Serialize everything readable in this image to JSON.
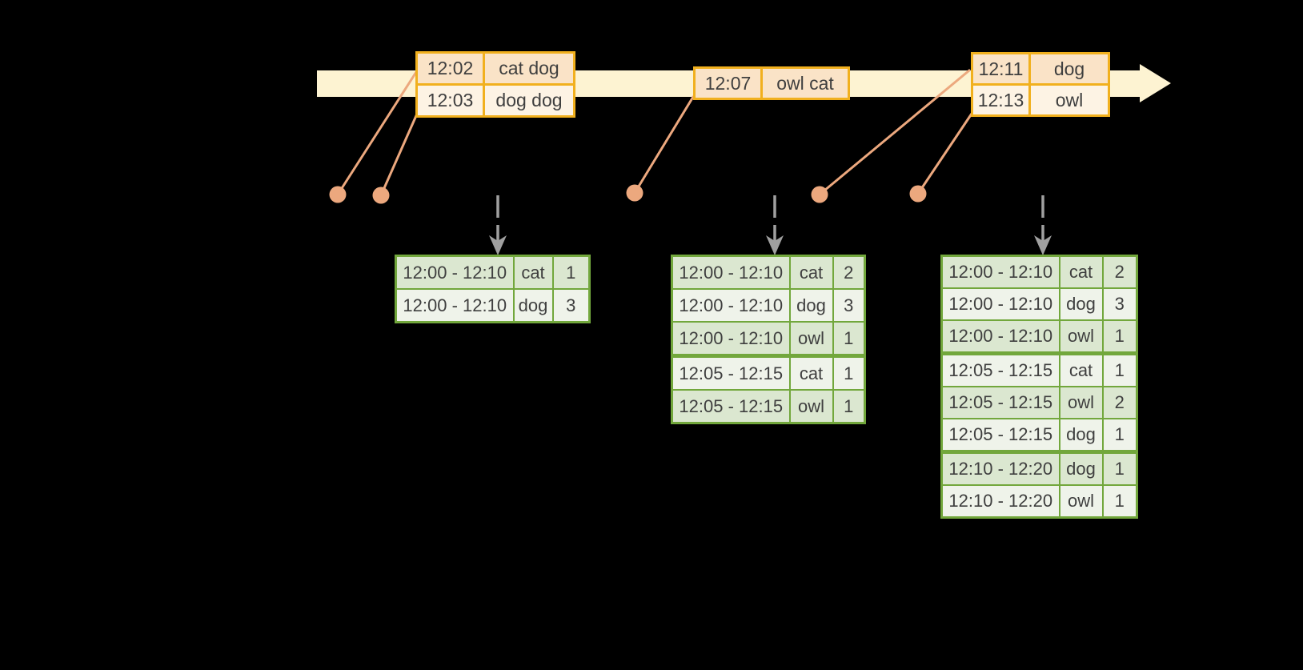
{
  "colors": {
    "bg": "#000000",
    "gold": "#f1b01e",
    "peach_dark": "#fae3c7",
    "peach_light": "#fdf3e4",
    "band": "#fdf3d2",
    "green": "#72a73c",
    "row_dark": "#dbe7d0",
    "row_light": "#eff3ea",
    "salmon": "#eca87e",
    "arrow_gray": "#a0a0a0",
    "ink": "#3f3f3f"
  },
  "event_tables": [
    {
      "rows": [
        [
          "12:02",
          "cat dog"
        ],
        [
          "12:03",
          "dog dog"
        ]
      ]
    },
    {
      "rows": [
        [
          "12:07",
          "owl cat"
        ]
      ]
    },
    {
      "rows": [
        [
          "12:11",
          "dog"
        ],
        [
          "12:13",
          "owl"
        ]
      ]
    }
  ],
  "result_tables": [
    {
      "rows": [
        [
          "12:00 - 12:10",
          "cat",
          "1"
        ],
        [
          "12:00 - 12:10",
          "dog",
          "3"
        ]
      ]
    },
    {
      "rows": [
        [
          "12:00 - 12:10",
          "cat",
          "2"
        ],
        [
          "12:00 - 12:10",
          "dog",
          "3"
        ],
        [
          "12:00 - 12:10",
          "owl",
          "1"
        ],
        [
          "12:05 - 12:15",
          "cat",
          "1"
        ],
        [
          "12:05 - 12:15",
          "owl",
          "1"
        ]
      ]
    },
    {
      "rows": [
        [
          "12:00 - 12:10",
          "cat",
          "2"
        ],
        [
          "12:00 - 12:10",
          "dog",
          "3"
        ],
        [
          "12:00 - 12:10",
          "owl",
          "1"
        ],
        [
          "12:05 - 12:15",
          "cat",
          "1"
        ],
        [
          "12:05 - 12:15",
          "owl",
          "2"
        ],
        [
          "12:05 - 12:15",
          "dog",
          "1"
        ],
        [
          "12:10 - 12:20",
          "dog",
          "1"
        ],
        [
          "12:10 - 12:20",
          "owl",
          "1"
        ]
      ]
    }
  ]
}
